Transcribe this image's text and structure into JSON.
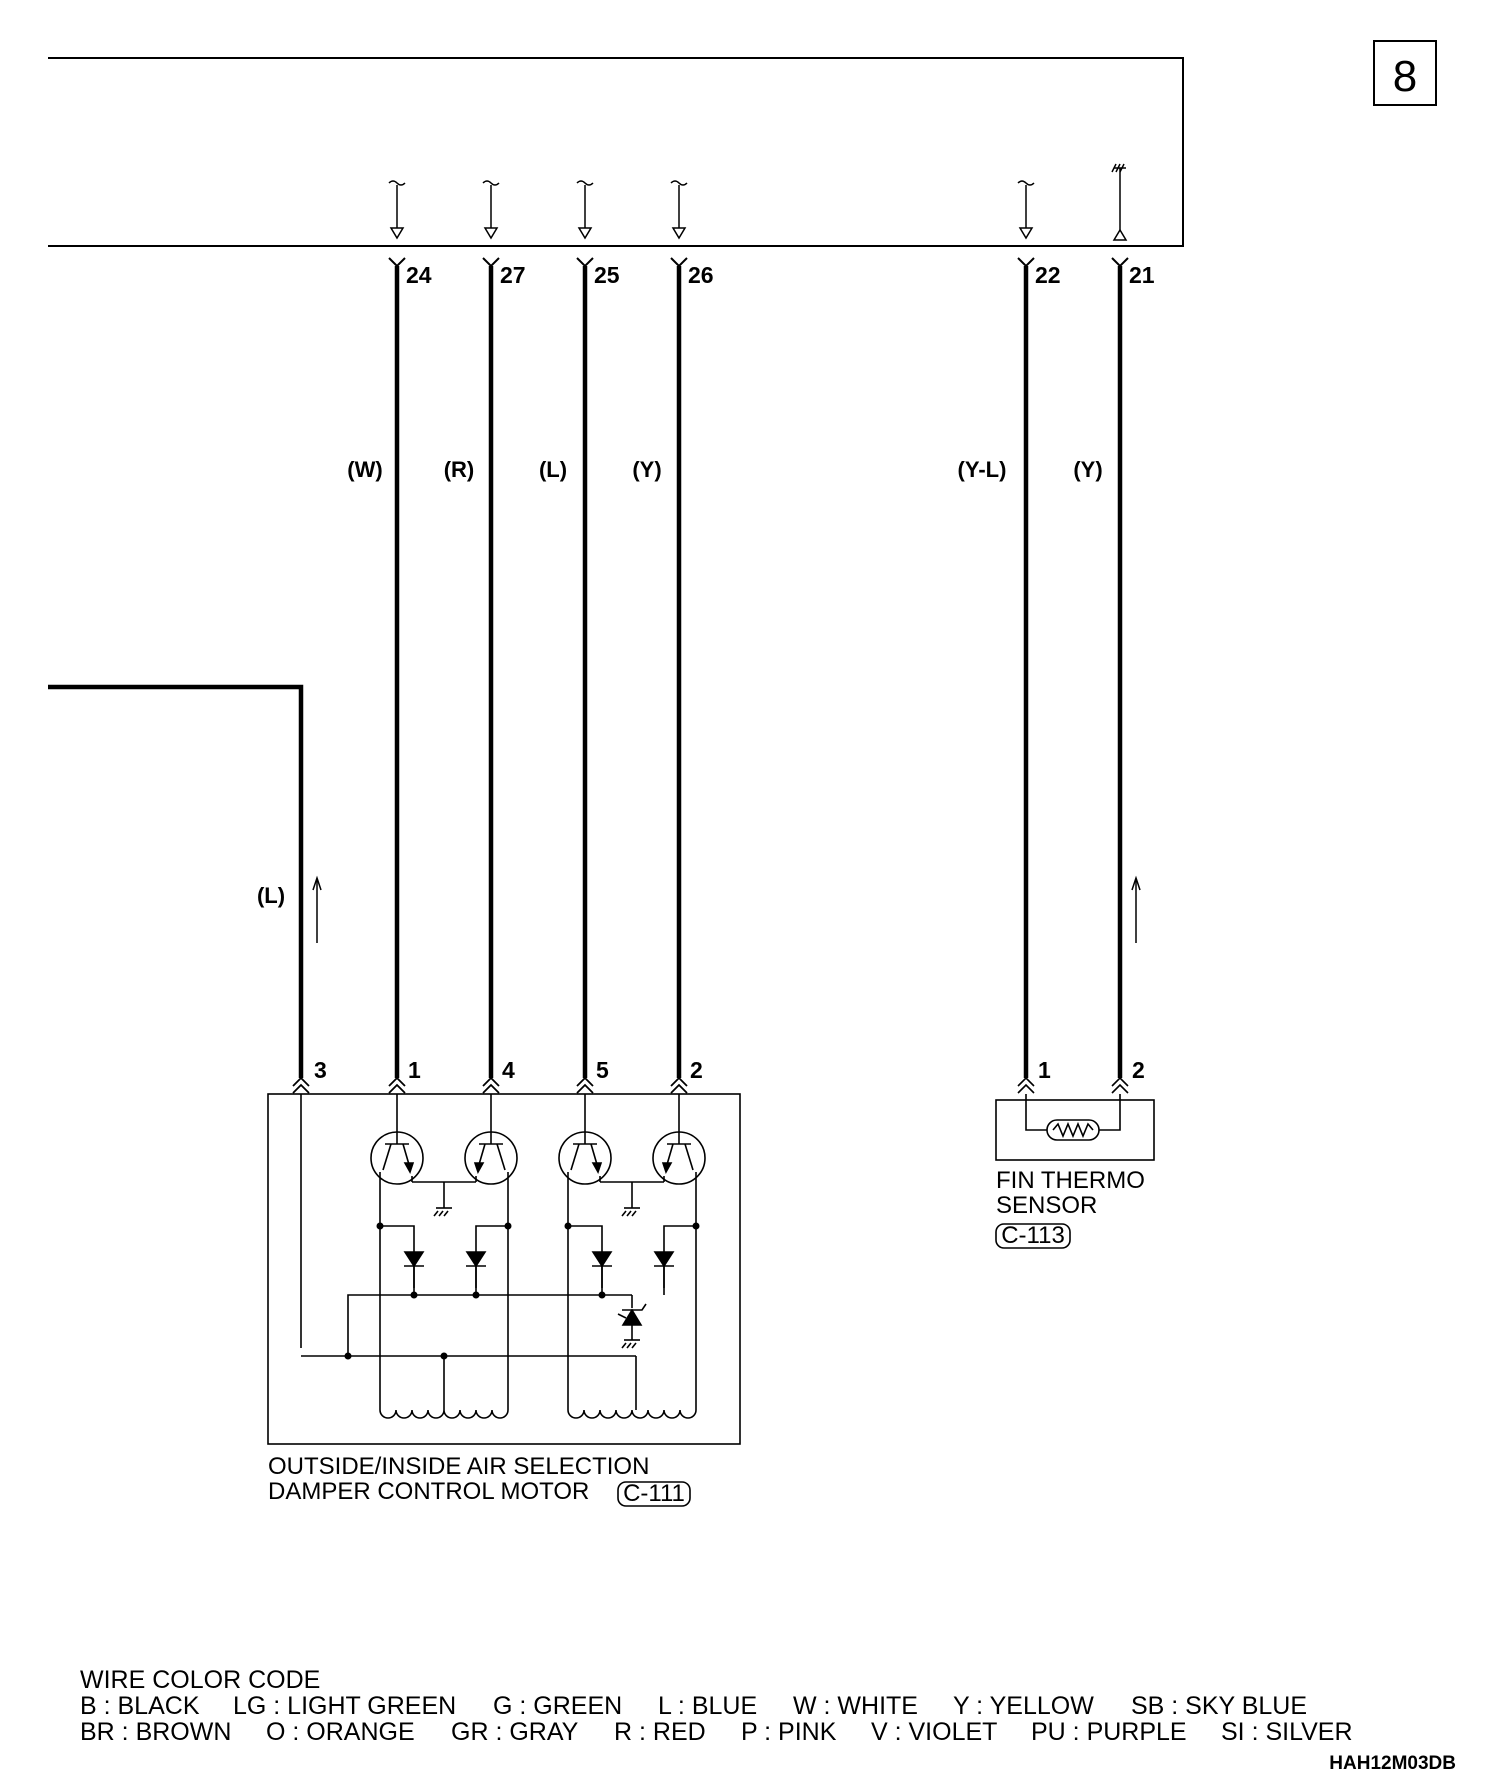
{
  "page_number": "8",
  "ecu_pins": [
    {
      "pin": "24",
      "wire_color": "(W)"
    },
    {
      "pin": "27",
      "wire_color": "(R)"
    },
    {
      "pin": "25",
      "wire_color": "(L)"
    },
    {
      "pin": "26",
      "wire_color": "(Y)"
    },
    {
      "pin": "22",
      "wire_color": "(Y-L)"
    },
    {
      "pin": "21",
      "wire_color": "(Y)"
    }
  ],
  "feed_wire": {
    "color": "(L)"
  },
  "damper_motor": {
    "pins": [
      "3",
      "1",
      "4",
      "5",
      "2"
    ],
    "label_line1": "OUTSIDE/INSIDE AIR SELECTION",
    "label_line2": "DAMPER CONTROL MOTOR",
    "connector": "C-111"
  },
  "fin_thermo_sensor": {
    "pins": [
      "1",
      "2"
    ],
    "label_line1": "FIN THERMO",
    "label_line2": "SENSOR",
    "connector": "C-113"
  },
  "legend": {
    "title": "WIRE COLOR CODE",
    "row1": [
      "B : BLACK",
      "LG : LIGHT GREEN",
      "G : GREEN",
      "L : BLUE",
      "W : WHITE",
      "Y : YELLOW",
      "SB : SKY BLUE"
    ],
    "row2": [
      "BR : BROWN",
      "O : ORANGE",
      "GR : GRAY",
      "R : RED",
      "P : PINK",
      "V : VIOLET",
      "PU : PURPLE",
      "SI : SILVER"
    ]
  },
  "figure_code": "HAH12M03DB"
}
